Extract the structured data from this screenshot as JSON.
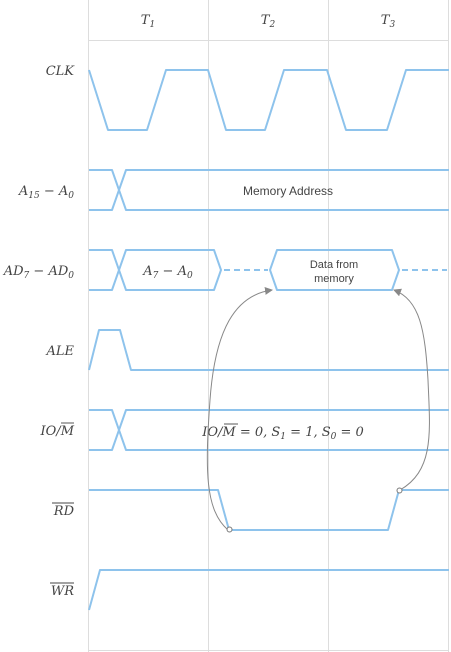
{
  "columns": [
    {
      "base": "T",
      "sub": "1"
    },
    {
      "base": "T",
      "sub": "2"
    },
    {
      "base": "T",
      "sub": "3"
    }
  ],
  "signals": {
    "clk": {
      "label": "CLK"
    },
    "addr": {
      "label_main": "A",
      "sub1": "15",
      "dash": " − ",
      "label_main2": "A",
      "sub2": "0",
      "content": "Memory Address"
    },
    "ad": {
      "label_main": "AD",
      "sub1": "7",
      "dash": " − ",
      "label_main2": "AD",
      "sub2": "0",
      "first_main": "A",
      "first_sub1": "7",
      "first_dash": " − ",
      "first_main2": "A",
      "first_sub2": "0",
      "data_line1": "Data from",
      "data_line2": "memory"
    },
    "ale": {
      "label": "ALE"
    },
    "iom": {
      "io": "IO/",
      "m": "M",
      "content_io": "IO/",
      "content_m": "M",
      "content_rest": " = 0, S",
      "s1_sub": "1",
      "content_mid": " = 1, S",
      "s0_sub": "0",
      "content_end": " = 0"
    },
    "rd": {
      "label": "RD"
    },
    "wr": {
      "label": "WR"
    }
  },
  "colors": {
    "signal": "#8ec3ec",
    "grid": "#dddddd",
    "arrow": "#888888",
    "text": "#444444"
  }
}
